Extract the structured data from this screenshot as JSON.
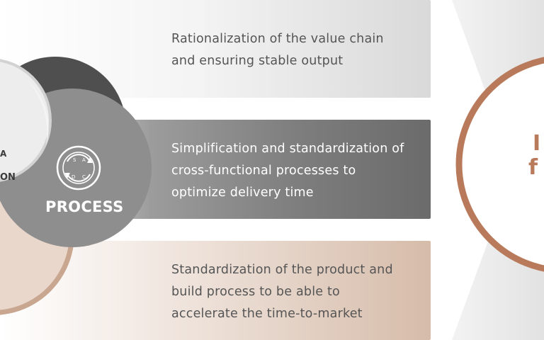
{
  "bands": [
    {
      "text": "Rationalization of the value chain\nand ensuring stable output"
    },
    {
      "text": "Simplification and standardization of\ncross-functional processes to\noptimize delivery time"
    },
    {
      "text": "Standardization of the product and\nbuild process to be able to\naccelerate the time-to-market"
    }
  ],
  "circles": {
    "process_label": "PROCESS",
    "left_partial_label": "ON",
    "left_partial_letter": "A"
  },
  "right_circle": {
    "line1": "I",
    "line2": "f"
  },
  "colors": {
    "accent_copper": "#b87a5a",
    "process_gray": "#8e8e8e",
    "dark_gray": "#4a4a4a"
  },
  "icons": {
    "process_icon": "circular-cycle-icon"
  }
}
